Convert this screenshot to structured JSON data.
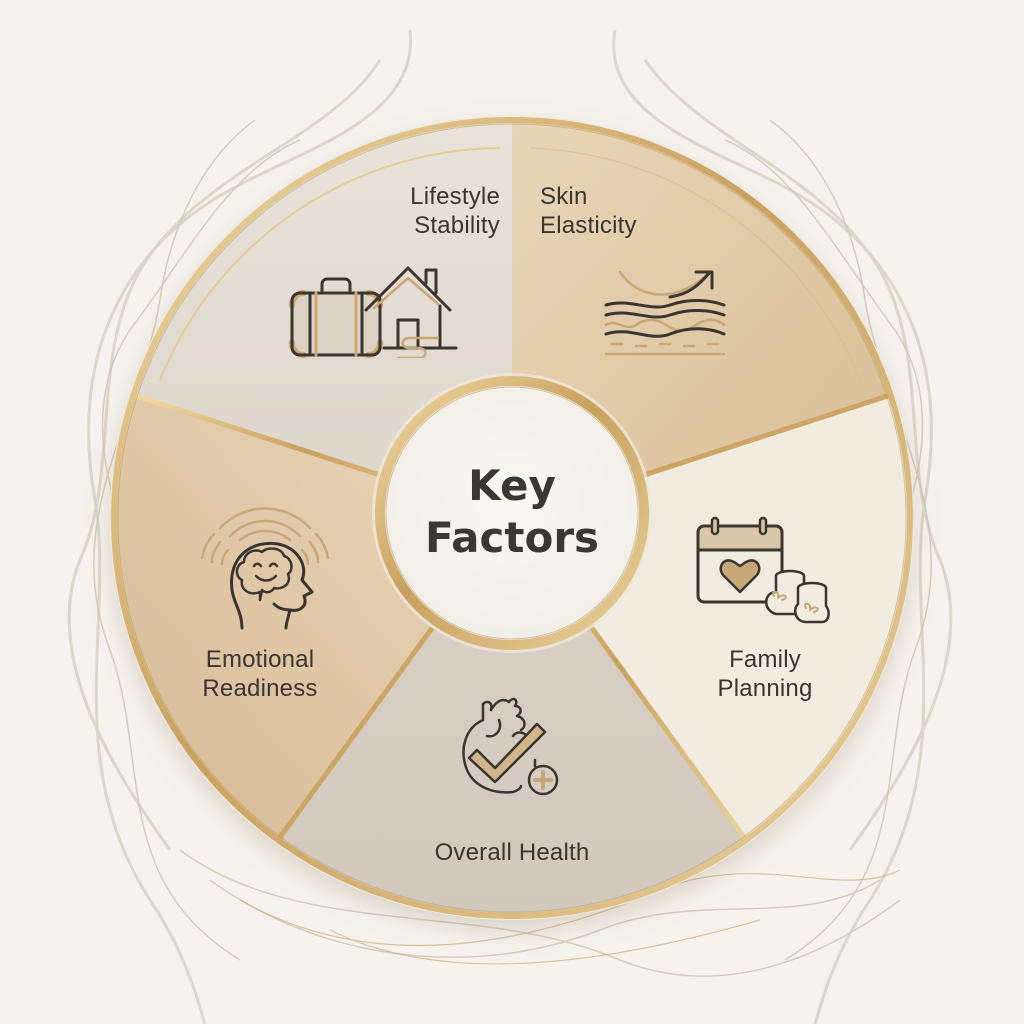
{
  "diagram": {
    "title": "Key Factors",
    "title_lines": [
      "Key",
      "Factors"
    ],
    "type": "radial-segmented-wheel",
    "colors": {
      "background": "#f6f3ee",
      "gold_rim": "#c9a56a",
      "gold_light": "#e8cf95",
      "text": "#3a3530",
      "icon_stroke": "#3a3530",
      "icon_accent": "#c8a777"
    },
    "segments": [
      {
        "id": "lifestyle-stability",
        "label_lines": [
          "Lifestyle",
          "Stability"
        ],
        "icon": "suitcase-house-icon",
        "fill": "#e4ddd3"
      },
      {
        "id": "skin-elasticity",
        "label_lines": [
          "Skin",
          "Elasticity"
        ],
        "icon": "skin-layers-arrow-icon",
        "fill": "#e3cfae"
      },
      {
        "id": "family-planning",
        "label_lines": [
          "Family",
          "Planning"
        ],
        "icon": "calendar-heart-baby-shoes-icon",
        "fill": "#f1ebe0"
      },
      {
        "id": "overall-health",
        "label_lines": [
          "Overall Health"
        ],
        "icon": "heart-check-plus-icon",
        "fill": "#d6cec4"
      },
      {
        "id": "emotional-readiness",
        "label_lines": [
          "Emotional",
          "Readiness"
        ],
        "icon": "head-smiling-brain-icon",
        "fill": "#e0c9a6"
      }
    ]
  }
}
